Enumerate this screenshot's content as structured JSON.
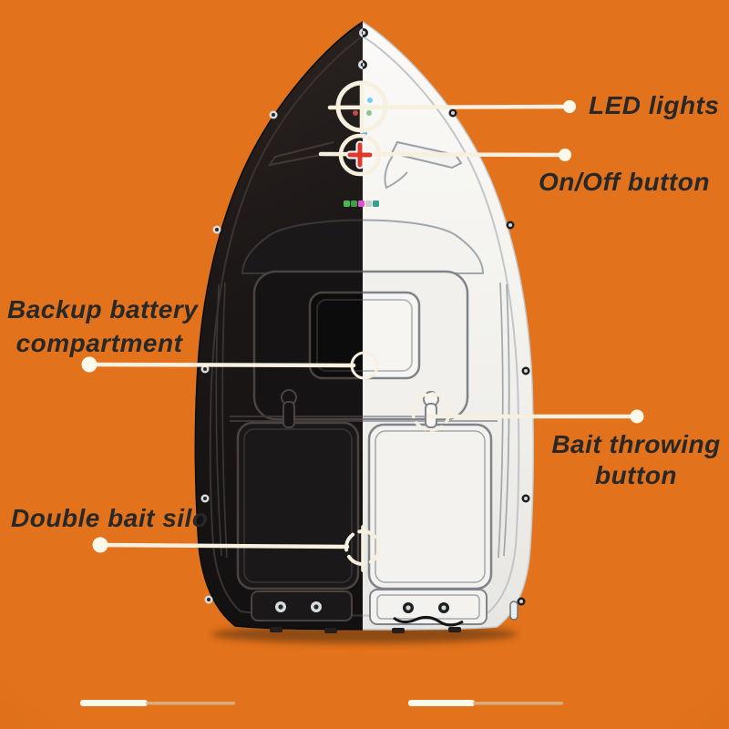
{
  "scene": {
    "description": "Feature callout diagram of a remote-control fishing bait boat seen from above, left half shown in black finish and right half in white finish, on an orange background",
    "background": "orange"
  },
  "callouts": [
    {
      "id": "led-lights",
      "label": "LED lights",
      "side": "right"
    },
    {
      "id": "on-off-button",
      "label": "On/Off button",
      "side": "right"
    },
    {
      "id": "backup-battery-compartment",
      "label_line1": "Backup battery",
      "label_line2": "compartment",
      "side": "left"
    },
    {
      "id": "bait-throwing-button",
      "label_line1": "Bait throwing",
      "label_line2": "button",
      "side": "right"
    },
    {
      "id": "double-bait-silo",
      "label": "Double bait silo",
      "side": "left"
    }
  ],
  "colors": {
    "bg": "#e2721c",
    "bg-edge": "#d2660f",
    "line": "#f7f0de",
    "dot": "#fdf8ea",
    "text": "#282828",
    "hull-dark": "#181516",
    "hull-light": "#f1f0ec",
    "power-red": "#de382b"
  },
  "status_leds": [
    "#49b84f",
    "#3aa246",
    "#e24fd2",
    "#c9cdc9",
    "#2fa38e"
  ],
  "decor": {
    "speed_line_count": 2
  }
}
